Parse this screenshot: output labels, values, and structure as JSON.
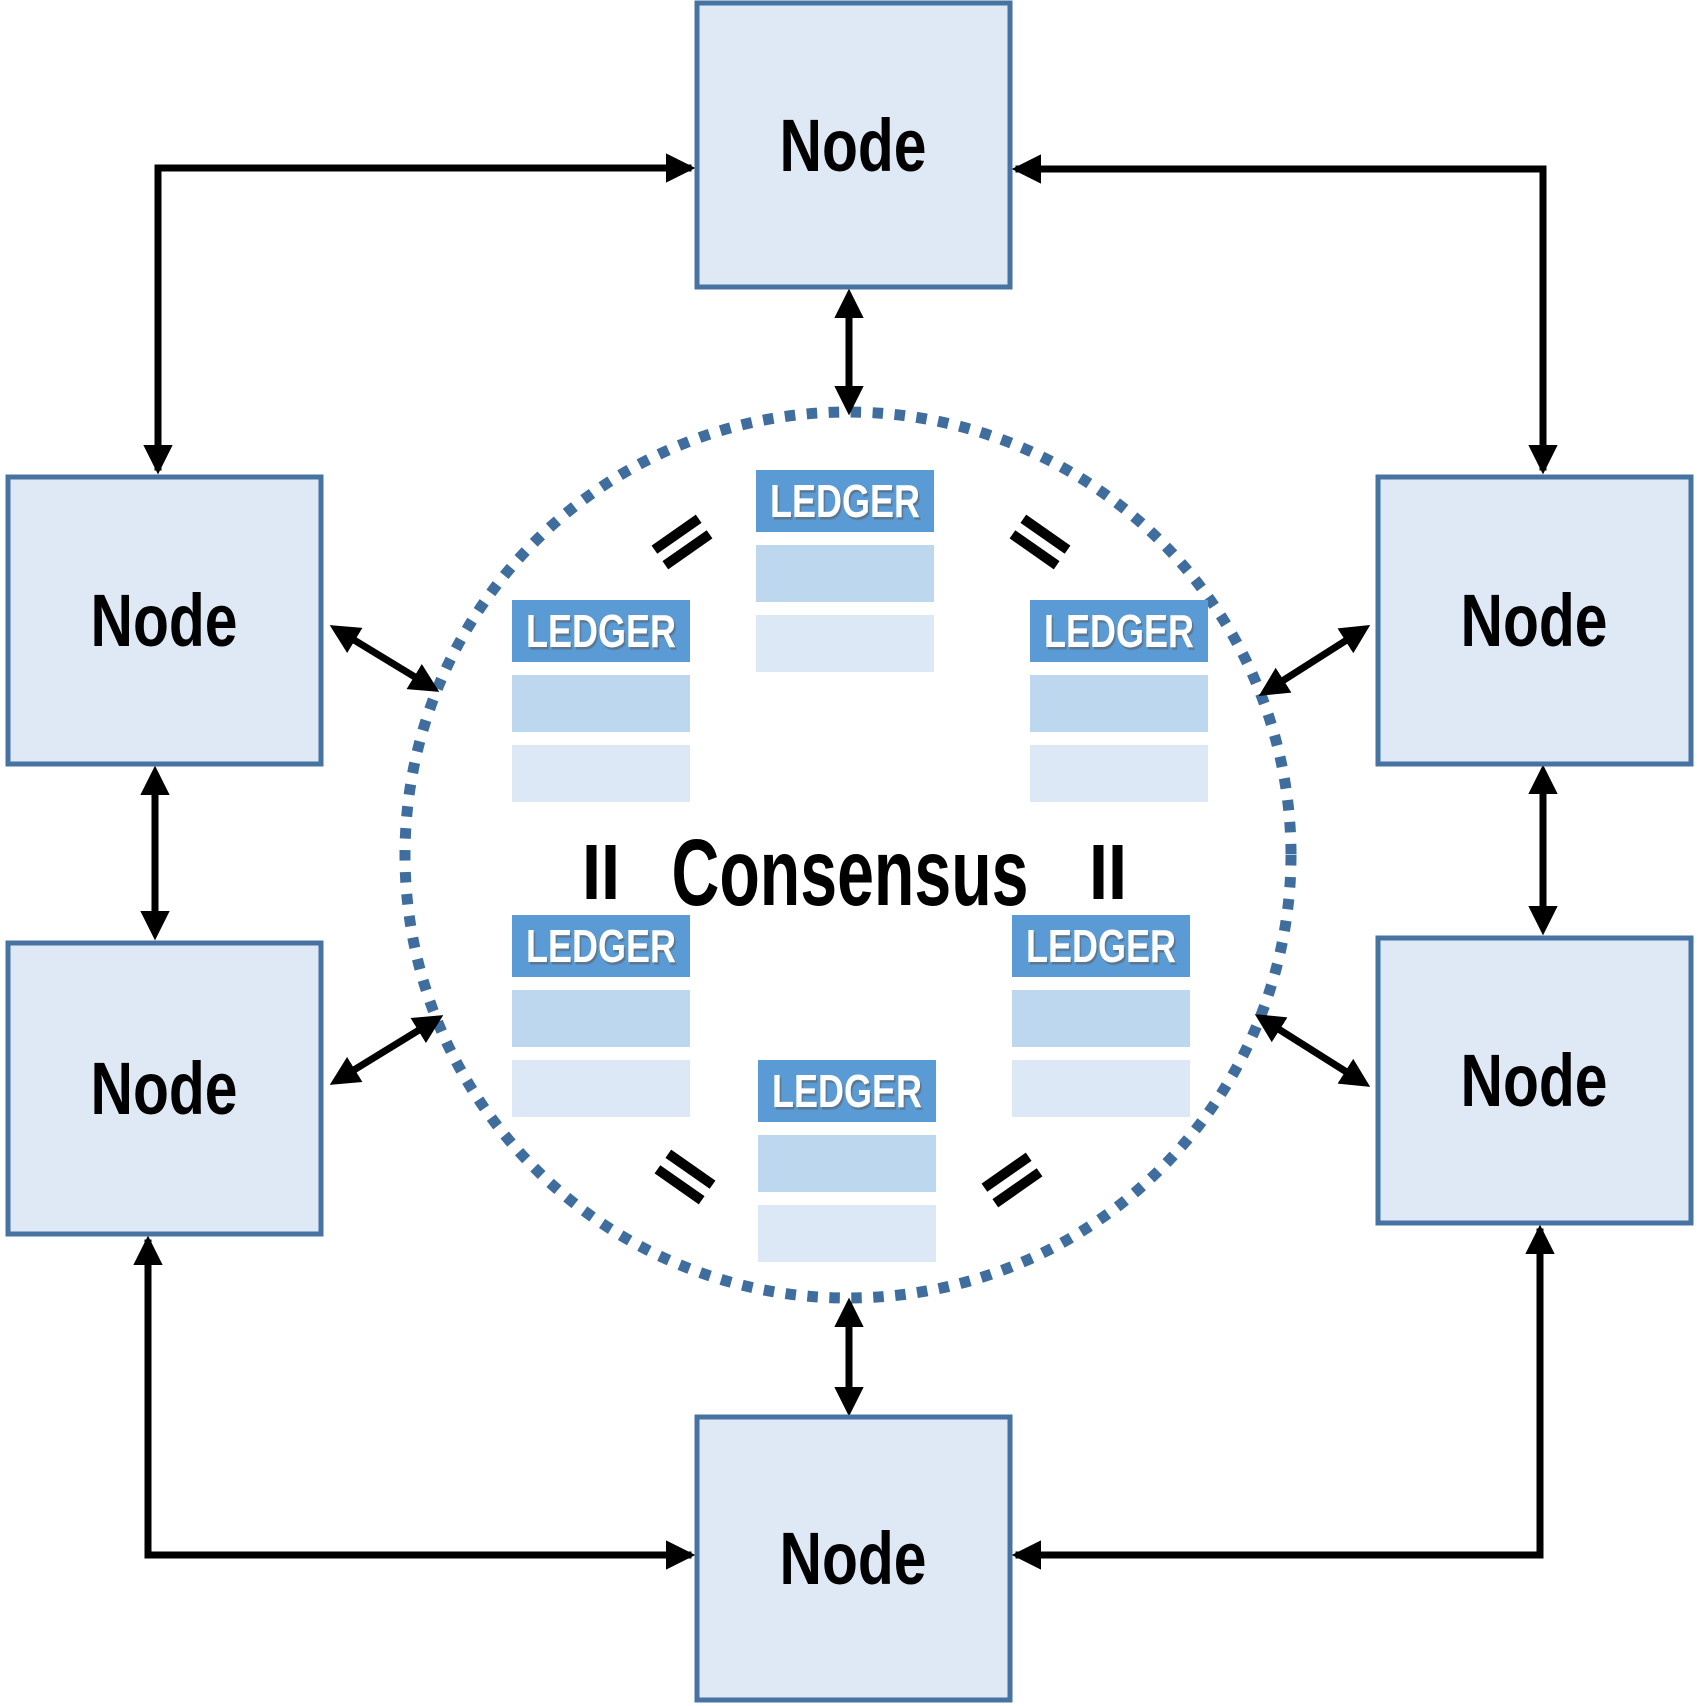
{
  "diagram": {
    "center_label": "Consensus",
    "nodes": [
      {
        "id": "top",
        "label": "Node"
      },
      {
        "id": "left-top",
        "label": "Node"
      },
      {
        "id": "left-bottom",
        "label": "Node"
      },
      {
        "id": "right-top",
        "label": "Node"
      },
      {
        "id": "right-bottom",
        "label": "Node"
      },
      {
        "id": "bottom",
        "label": "Node"
      }
    ],
    "ledgers": [
      {
        "id": "top-center",
        "label": "LEDGER"
      },
      {
        "id": "top-left",
        "label": "LEDGER"
      },
      {
        "id": "top-right",
        "label": "LEDGER"
      },
      {
        "id": "bottom-left",
        "label": "LEDGER"
      },
      {
        "id": "bottom-right",
        "label": "LEDGER"
      },
      {
        "id": "bottom-center",
        "label": "LEDGER"
      }
    ],
    "colors": {
      "node_fill": "#dee9f5",
      "node_border": "#4673a2",
      "ledger_header": "#5b9bd5",
      "ledger_row_medium": "#bdd7ee",
      "ledger_row_light": "#dce8f5",
      "ledger_text": "#ffffff",
      "circle_dot": "#3e6d9e",
      "arrow": "#000000",
      "label_text": "#000000"
    }
  }
}
